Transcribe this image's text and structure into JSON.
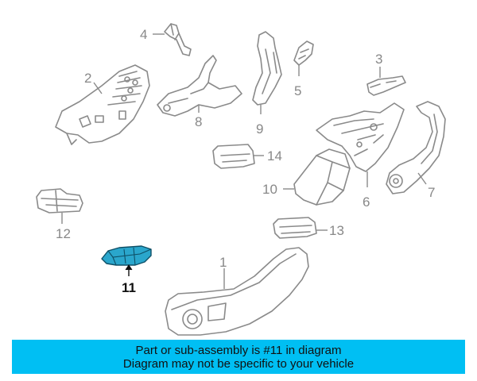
{
  "callouts": {
    "c1": "1",
    "c2": "2",
    "c3": "3",
    "c4": "4",
    "c5": "5",
    "c6": "6",
    "c7": "7",
    "c8": "8",
    "c9": "9",
    "c10": "10",
    "c11": "11",
    "c12": "12",
    "c13": "13",
    "c14": "14"
  },
  "highlighted_part": "11",
  "colors": {
    "highlight_fill": "#2aa6cc",
    "banner_bg": "#00bff3",
    "line_art": "#8a8a8a"
  },
  "banner": {
    "line1": "Part or sub-assembly is #11 in diagram",
    "line2": "Diagram may not be specific to your vehicle"
  }
}
